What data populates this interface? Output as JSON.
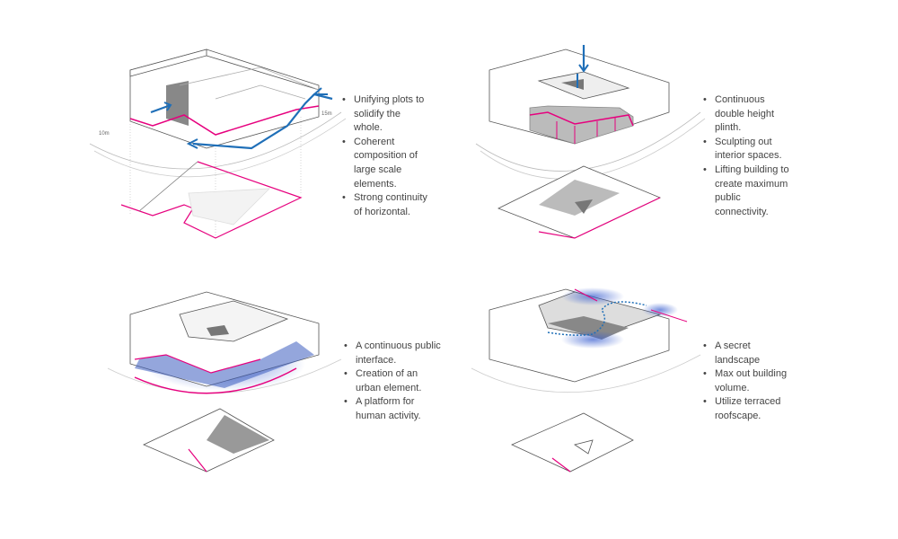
{
  "panels": [
    {
      "id": "unify",
      "dimension_labels": [
        "10m",
        "15m"
      ],
      "notes": [
        "Unifying plots to solidify the whole.",
        "Coherent composition of large scale elements.",
        "Strong continuity of horizontal."
      ]
    },
    {
      "id": "plinth",
      "notes": [
        "Continuous double height plinth.",
        "Sculpting out interior spaces.",
        "Lifting building to create maximum public connectivity."
      ]
    },
    {
      "id": "interface",
      "notes": [
        "A continuous public interface.",
        "Creation of an urban element.",
        "A platform for human activity."
      ]
    },
    {
      "id": "landscape",
      "notes": [
        "A secret landscape",
        "Max out building volume.",
        "Utilize terraced roofscape."
      ]
    }
  ],
  "colors": {
    "accent_magenta": "#e6007e",
    "arrow_blue": "#1f6fb8",
    "line": "#555555",
    "text": "#444444"
  }
}
